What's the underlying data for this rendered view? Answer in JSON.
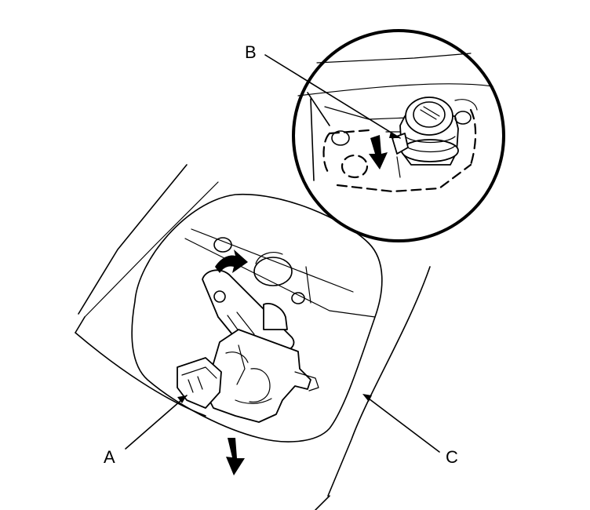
{
  "callouts": {
    "a": "A",
    "b": "B",
    "c": "C"
  },
  "parts": {
    "a_shape": "release-mechanism",
    "b_shape": "key-cylinder",
    "c_shape": "trim-panel"
  },
  "icons": {
    "rotate_arrow": "curved-arrow-icon",
    "pull_arrow": "down-arrow-icon",
    "detail_arrow": "down-arrow-icon"
  }
}
